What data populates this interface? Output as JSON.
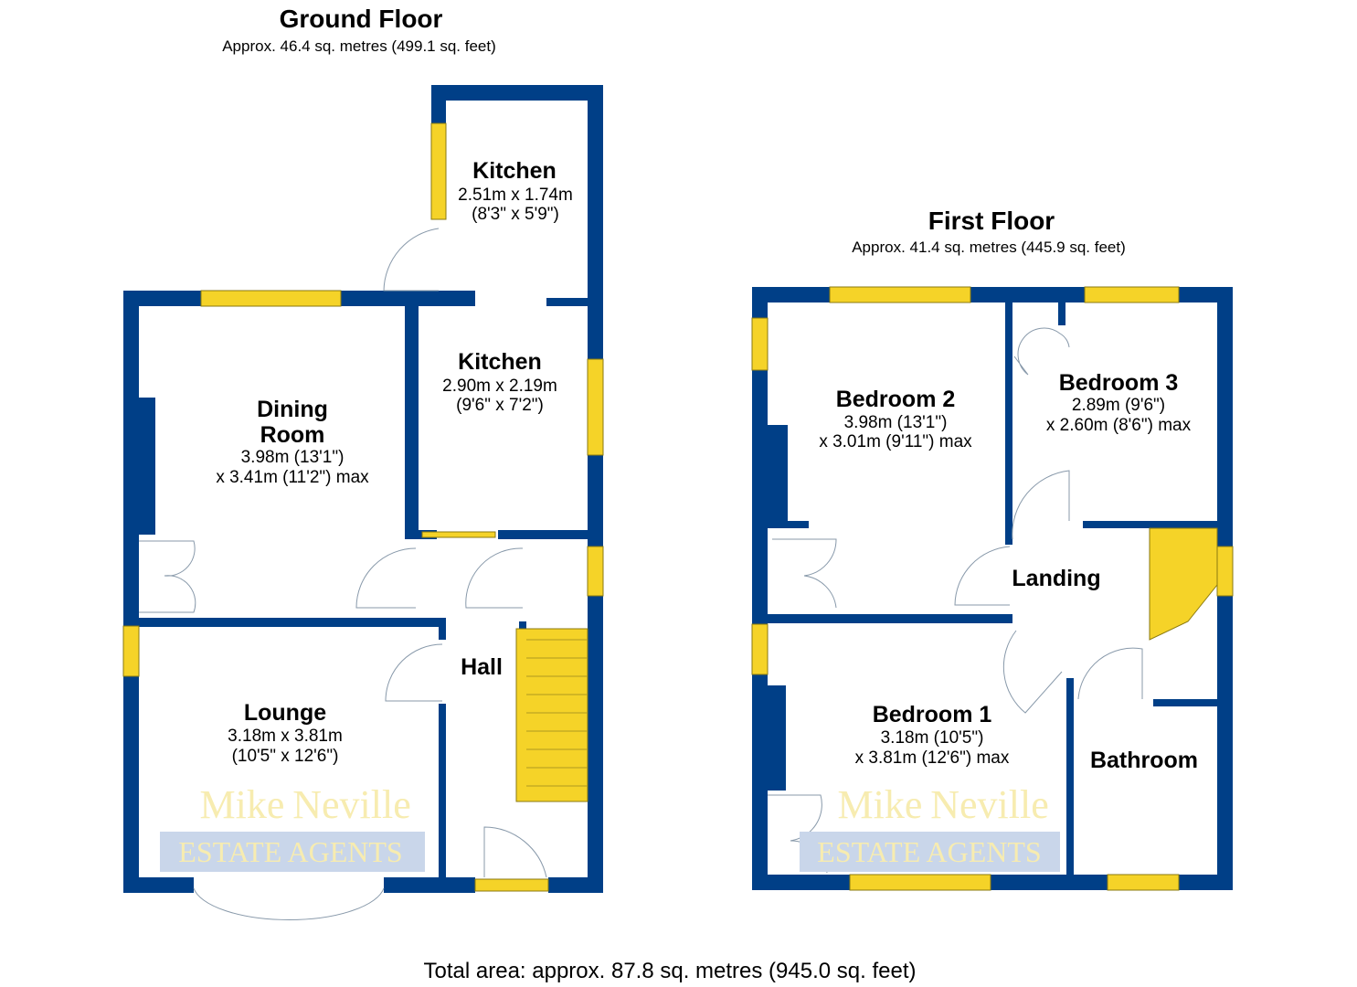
{
  "colors": {
    "wall": "#003f87",
    "window": "#f5d328",
    "watermark_box": "#c9d6ea",
    "watermark_text": "#f7ecb0"
  },
  "ground_floor": {
    "title": "Ground Floor",
    "area": "Approx. 46.4 sq. metres (499.1 sq. feet)",
    "rooms": [
      {
        "name": "Kitchen",
        "dims": [
          "2.51m x 1.74m",
          "(8'3\" x 5'9\")"
        ]
      },
      {
        "name": "Kitchen",
        "dims": [
          "2.90m x 2.19m",
          "(9'6\" x 7'2\")"
        ]
      },
      {
        "name": "Dining",
        "name2": "Room",
        "dims": [
          "3.98m (13'1\")",
          "x 3.41m (11'2\") max"
        ]
      },
      {
        "name": "Hall",
        "dims": []
      },
      {
        "name": "Lounge",
        "dims": [
          "3.18m x 3.81m",
          "(10'5\" x 12'6\")"
        ]
      }
    ]
  },
  "first_floor": {
    "title": "First Floor",
    "area": "Approx. 41.4 sq. metres (445.9 sq. feet)",
    "rooms": [
      {
        "name": "Bedroom 2",
        "dims": [
          "3.98m (13'1\")",
          "x 3.01m (9'11\") max"
        ]
      },
      {
        "name": "Bedroom 3",
        "dims": [
          "2.89m (9'6\")",
          "x 2.60m (8'6\") max"
        ]
      },
      {
        "name": "Landing",
        "dims": []
      },
      {
        "name": "Bedroom 1",
        "dims": [
          "3.18m (10'5\")",
          "x 3.81m (12'6\") max"
        ]
      },
      {
        "name": "Bathroom",
        "dims": []
      }
    ]
  },
  "watermark": {
    "line1": "Mike",
    "line2": "Neville",
    "line3": "ESTATE AGENTS"
  },
  "total_area": "Total area: approx. 87.8 sq. metres (945.0 sq. feet)"
}
